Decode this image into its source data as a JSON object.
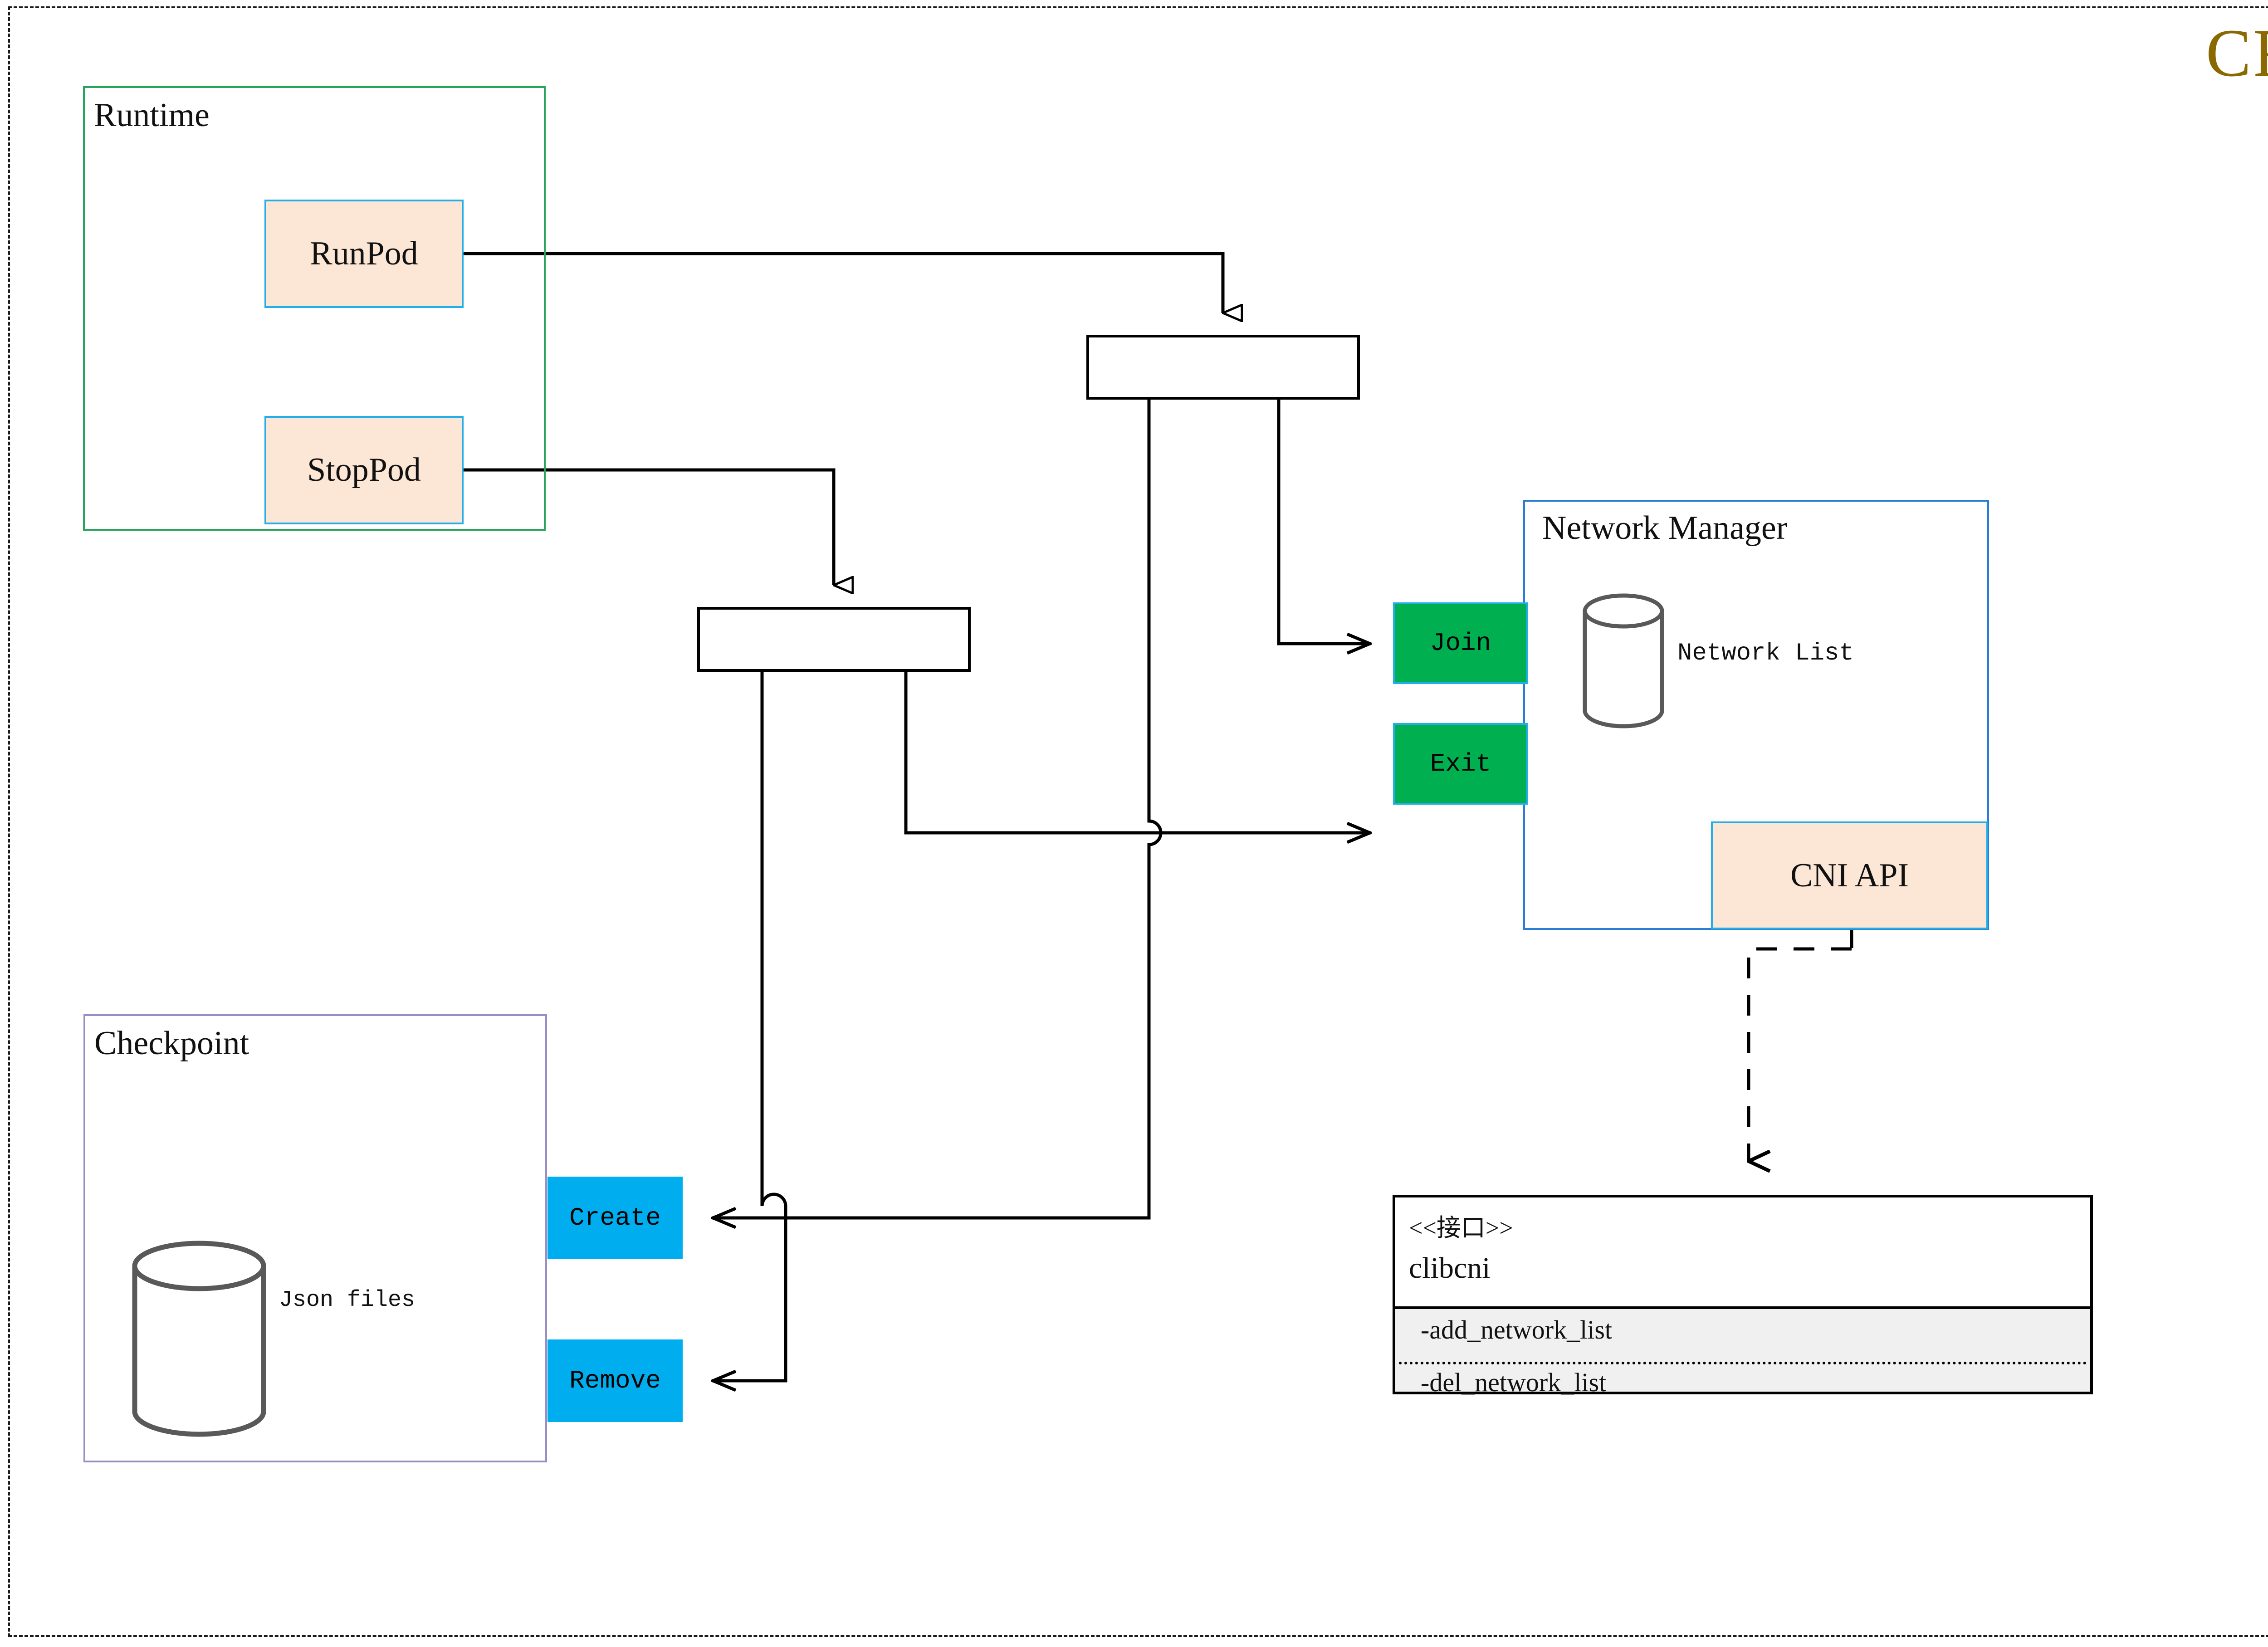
{
  "diagram": {
    "title": "CRI",
    "title_color": "#8a6a00",
    "type": "component-diagram"
  },
  "groups": [
    {
      "name": "runtime",
      "label": "Runtime",
      "border_color": "#2aa45c"
    },
    {
      "name": "checkpoint",
      "label": "Checkpoint",
      "border_color": "#9b8ec4"
    },
    {
      "name": "network_manager",
      "label": "Network Manager",
      "border_color": "#2a7fd4"
    }
  ],
  "runtime": {
    "label": "Runtime",
    "methods": [
      {
        "label": "RunPod",
        "fill": "#fce6d6",
        "border": "#22aee8"
      },
      {
        "label": "StopPod",
        "fill": "#fce6d6",
        "border": "#22aee8"
      }
    ]
  },
  "checkpoint": {
    "label": "Checkpoint",
    "store_label": "Json files",
    "operations": [
      {
        "label": "Create",
        "fill": "#00aeef"
      },
      {
        "label": "Remove",
        "fill": "#00aeef"
      }
    ]
  },
  "network_manager": {
    "label": "Network Manager",
    "store_label": "Network List",
    "operations": [
      {
        "label": "Join",
        "fill": "#00b050",
        "border": "#22aee8"
      },
      {
        "label": "Exit",
        "fill": "#00b050",
        "border": "#22aee8"
      }
    ],
    "api": {
      "label": "CNI API",
      "fill": "#fce6d6",
      "border": "#22aee8"
    }
  },
  "interface": {
    "stereotype": "<<接口>>",
    "name": "clibcni",
    "methods": [
      "-add_network_list",
      "-del_network_list"
    ]
  },
  "junctions": [
    {
      "name": "runpod-junction",
      "label": ""
    },
    {
      "name": "stoppod-junction",
      "label": ""
    }
  ],
  "connections": [
    {
      "from": "RunPod",
      "to": "runpod-junction",
      "style": "solid",
      "arrow": "hollow-triangle"
    },
    {
      "from": "StopPod",
      "to": "stoppod-junction",
      "style": "solid",
      "arrow": "hollow-triangle"
    },
    {
      "from": "runpod-junction",
      "to": "Join",
      "style": "solid",
      "arrow": "open"
    },
    {
      "from": "runpod-junction",
      "to": "Create",
      "style": "solid",
      "arrow": "open"
    },
    {
      "from": "stoppod-junction",
      "to": "Exit",
      "style": "solid",
      "arrow": "open"
    },
    {
      "from": "stoppod-junction",
      "to": "Remove",
      "style": "solid",
      "arrow": "open"
    },
    {
      "from": "CNI API",
      "to": "clibcni",
      "style": "dashed",
      "arrow": "open-v"
    }
  ]
}
